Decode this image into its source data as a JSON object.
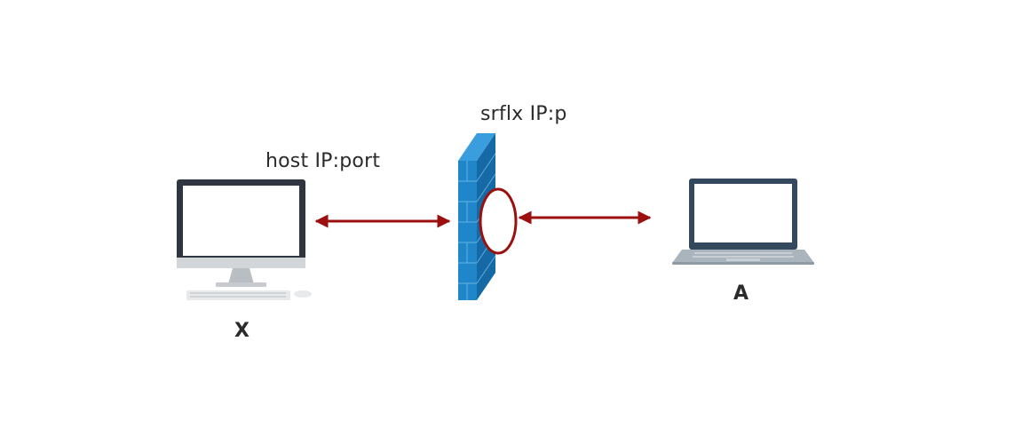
{
  "diagram": {
    "nodes": {
      "host_x": {
        "label": "X",
        "icon": "desktop-computer-icon"
      },
      "firewall": {
        "icon": "brick-firewall-icon",
        "nat_hole_icon": "nat-port-ellipse-icon"
      },
      "peer_a": {
        "label": "A",
        "icon": "laptop-icon"
      }
    },
    "labels": {
      "host_address": "host IP:port",
      "srflx_address": "srflx IP:p"
    },
    "connections": [
      {
        "from": "host_x",
        "to": "firewall",
        "direction": "bidirectional"
      },
      {
        "from": "firewall",
        "to": "peer_a",
        "direction": "bidirectional"
      }
    ],
    "colors": {
      "arrow": "#9c0f0f",
      "firewall_front": "#1f86c9",
      "firewall_side": "#156aa5",
      "firewall_top": "#3a9ede",
      "monitor_bezel": "#2f3640",
      "screen": "#ffffff",
      "laptop_body": "#a9b4bd",
      "laptop_bezel": "#34495e"
    }
  }
}
